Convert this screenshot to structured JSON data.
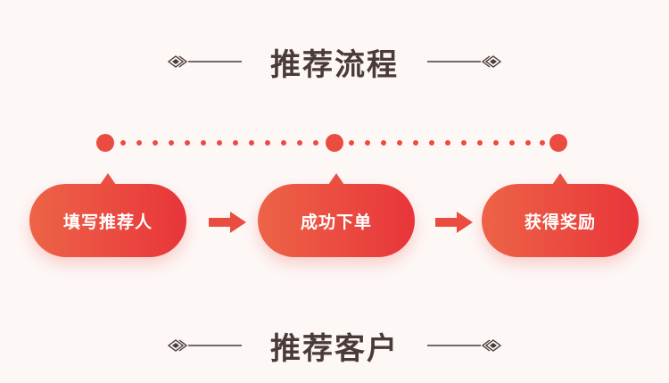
{
  "section_titles": {
    "process": "推荐流程",
    "customers": "推荐客户"
  },
  "steps": [
    {
      "label": "填写推荐人"
    },
    {
      "label": "成功下单"
    },
    {
      "label": "获得奖励"
    }
  ],
  "colors": {
    "accent": "#ea4d40",
    "gradient_start": "#ed6447",
    "gradient_end": "#e8353a",
    "heading_text": "#4a3a3a",
    "background": "#fdf7f6"
  }
}
